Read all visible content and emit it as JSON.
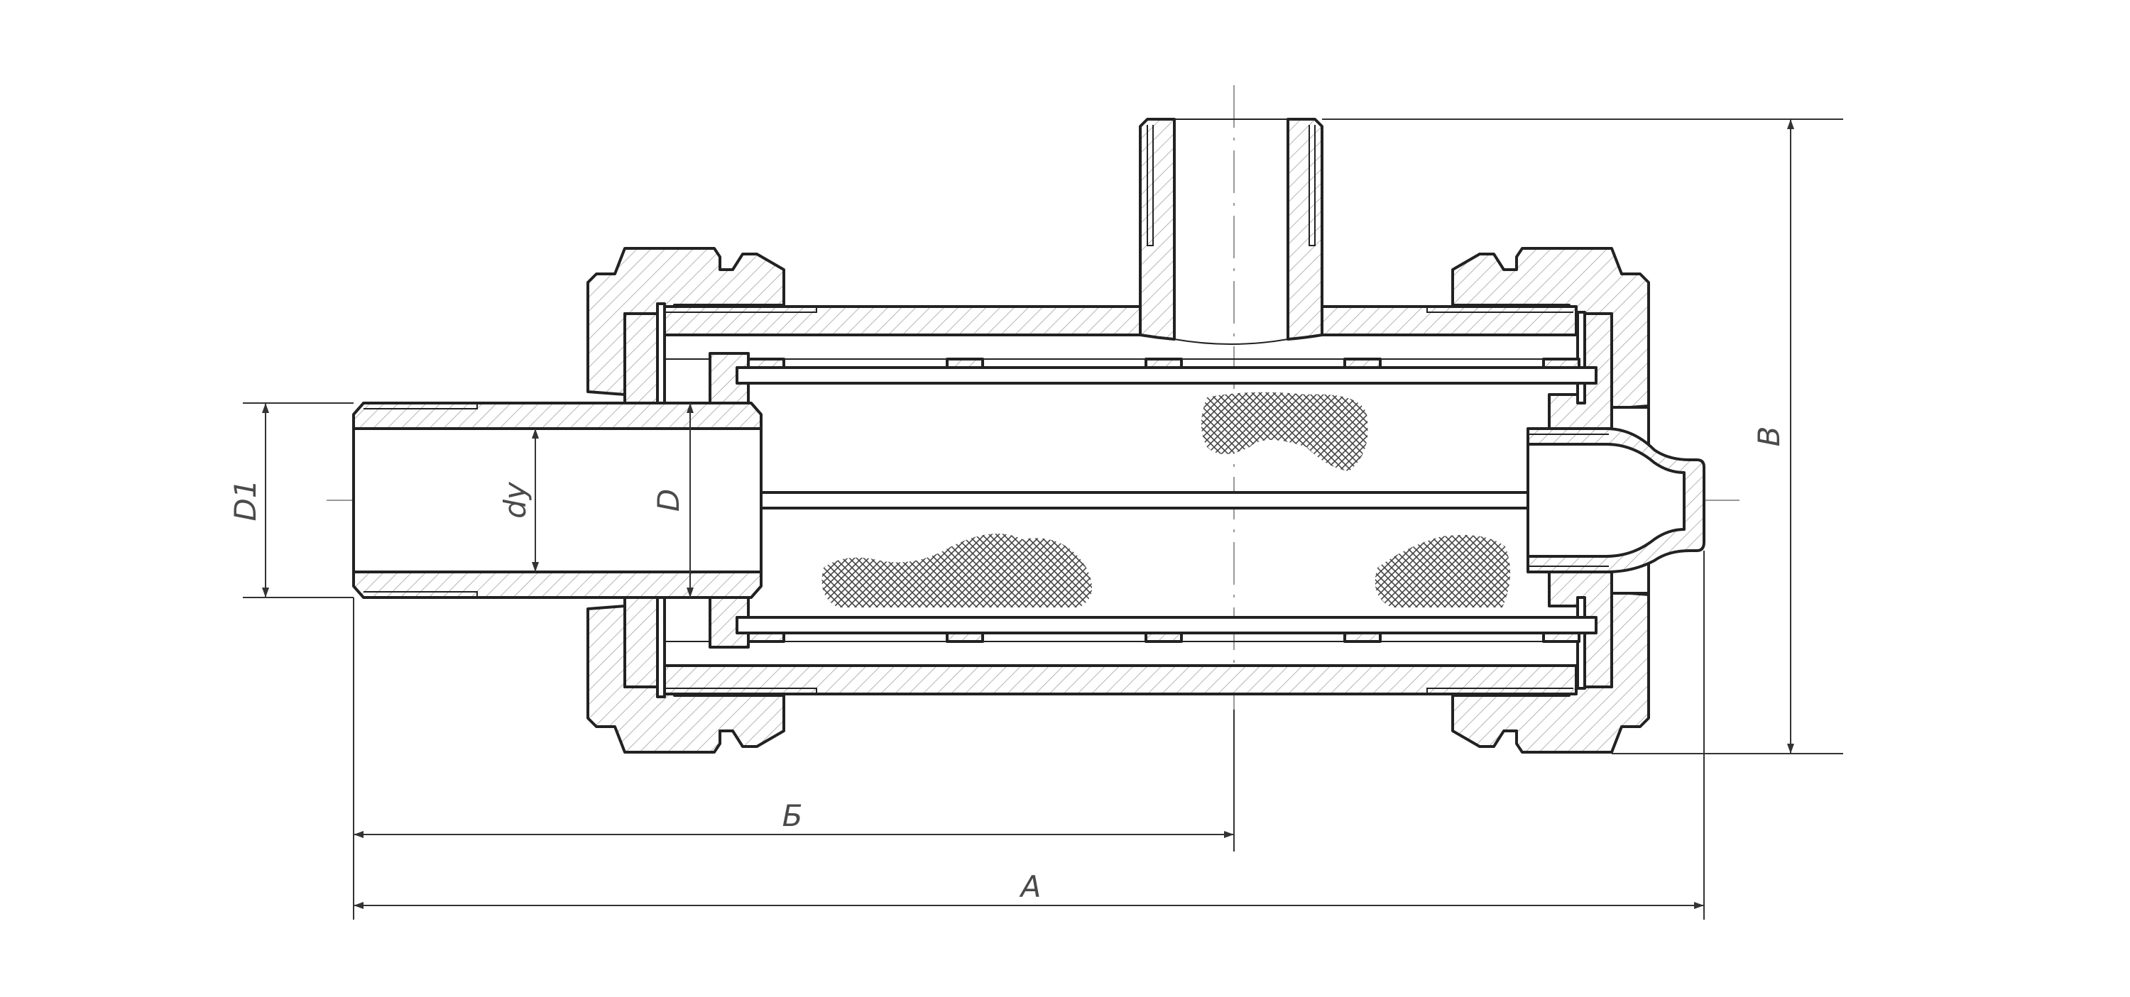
{
  "drawing": {
    "dimension_labels": {
      "d1": "D1",
      "dy": "dу",
      "d": "D",
      "b_cyr": "Б",
      "a": "A",
      "v": "B"
    }
  }
}
